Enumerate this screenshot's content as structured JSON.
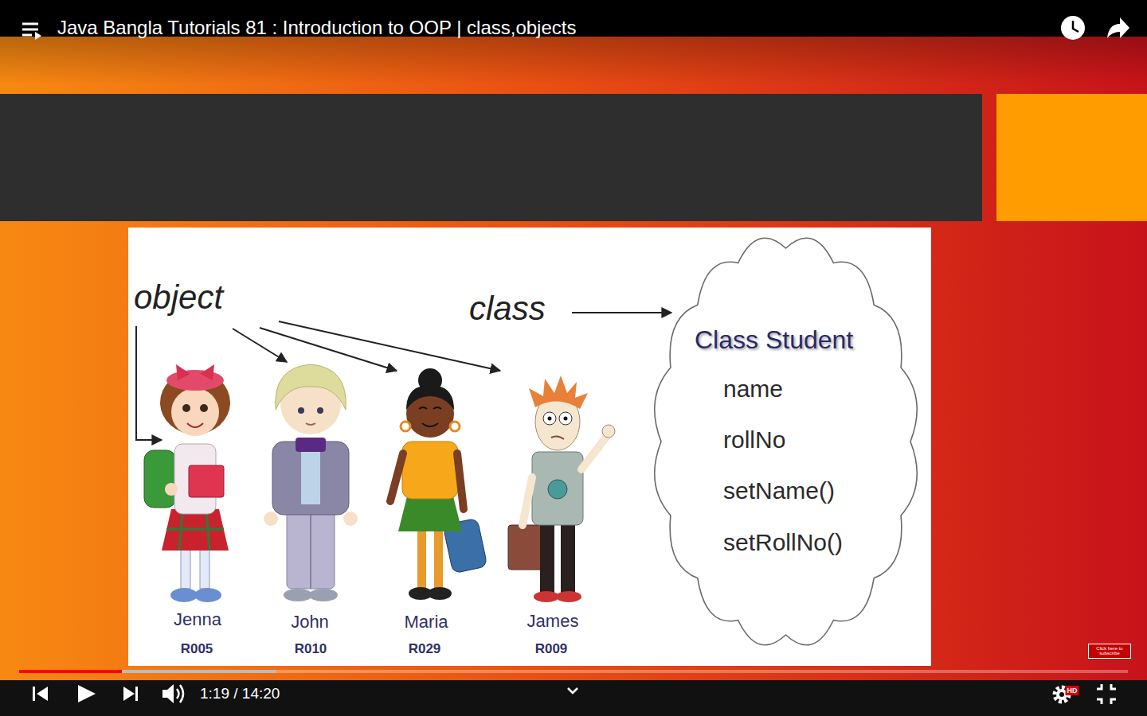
{
  "diagram": {
    "title": "Java Bangla Tutorials 81 : Introduction to OOP | class,objects",
    "nodes": [
      {
        "text": [
          "Class Student",
          "name",
          "rollNo",
          "setName()",
          "setRollNo()"
        ]
      }
    ],
    "labels": [
      "object",
      "class",
      "Jenna",
      "R005",
      "John",
      "R010",
      "Maria",
      "R029",
      "James",
      "R009",
      "1:19 / 14:20",
      "HD",
      "Click here to subscribe"
    ]
  }
}
